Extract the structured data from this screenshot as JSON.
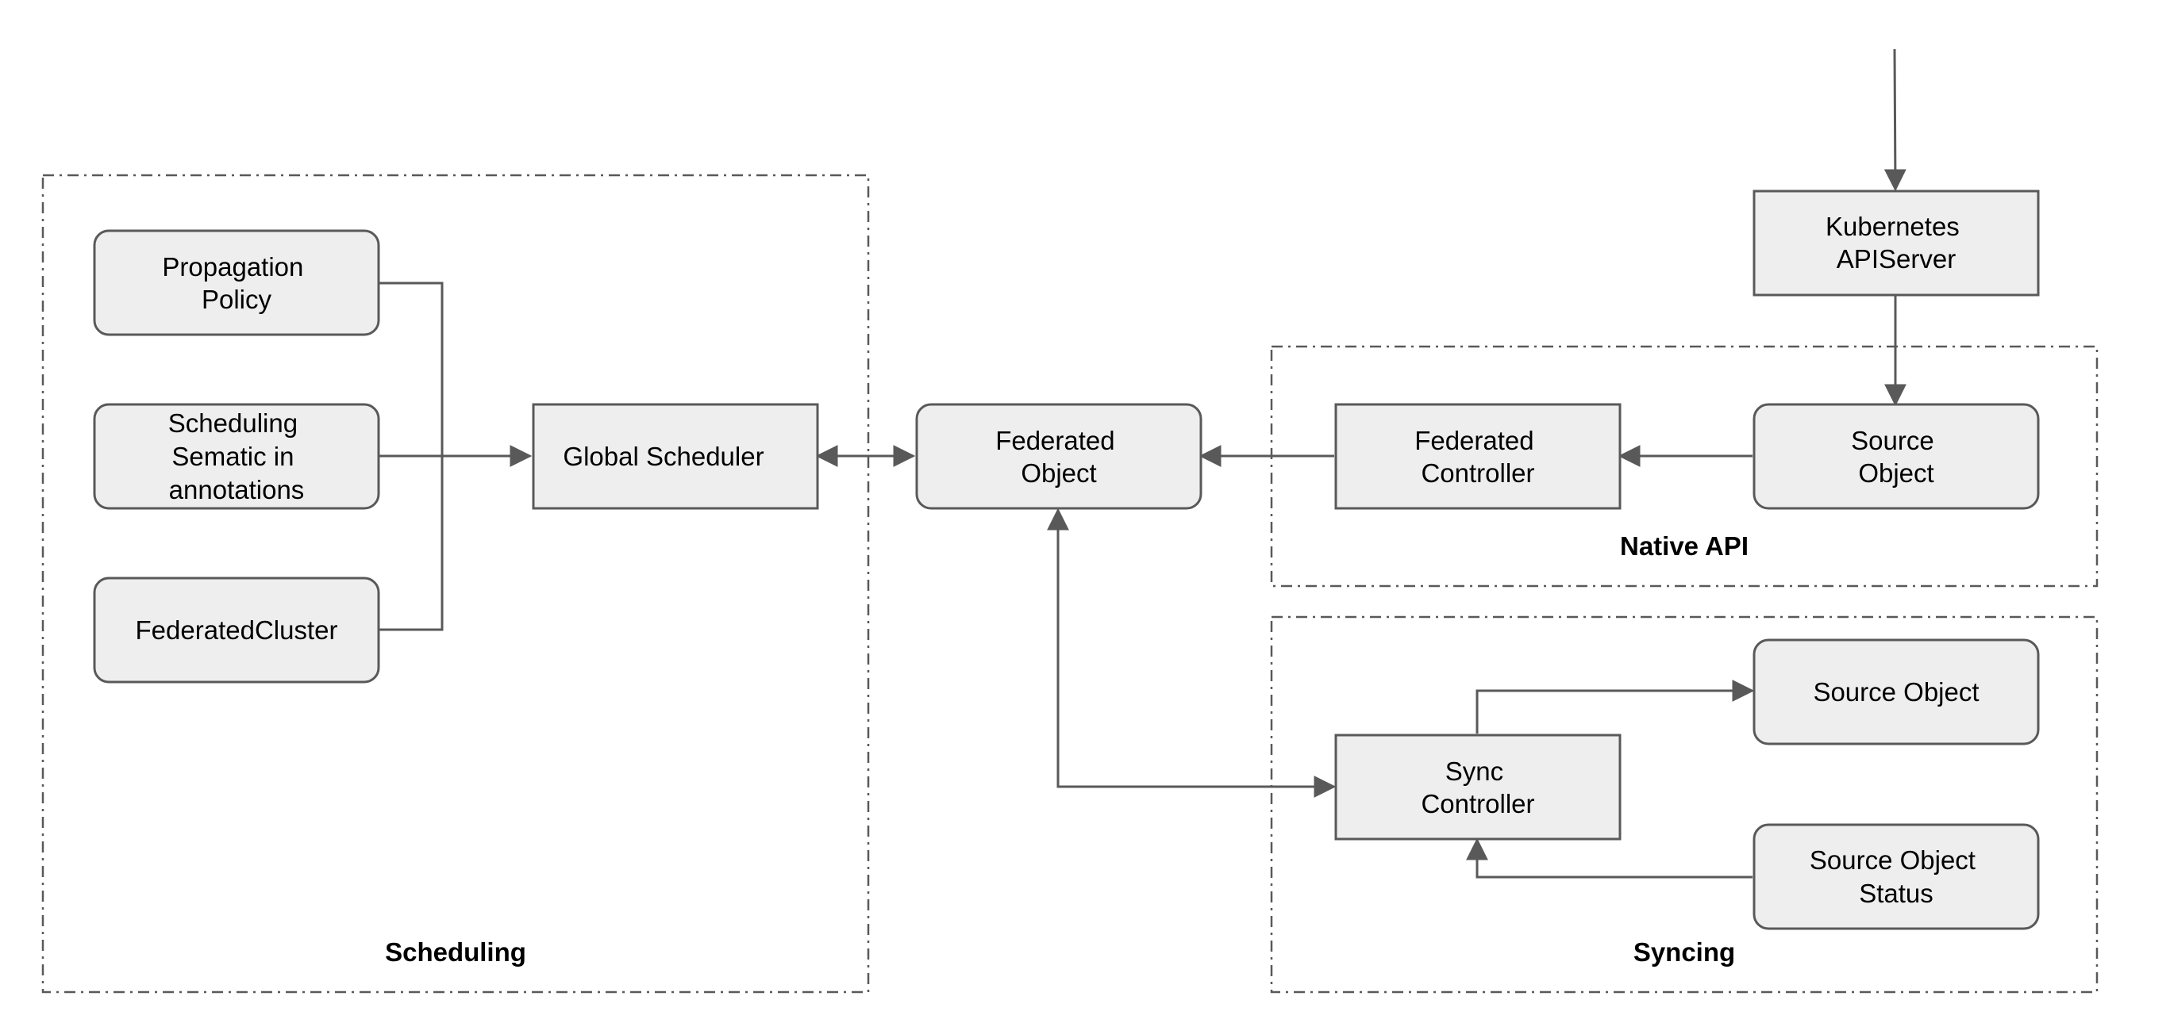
{
  "colors": {
    "node_fill": "#eeeeee",
    "stroke": "#595959",
    "text": "#000000",
    "background": "#ffffff"
  },
  "groups": {
    "scheduling": {
      "label": "Scheduling"
    },
    "native_api": {
      "label": "Native API"
    },
    "syncing": {
      "label": "Syncing"
    }
  },
  "nodes": {
    "propagation_policy": {
      "lines": [
        "Propagation",
        "Policy"
      ]
    },
    "scheduling_semantic": {
      "lines": [
        "Scheduling",
        "Sematic in",
        "annotations"
      ]
    },
    "federated_cluster": {
      "lines": [
        "FederatedCluster"
      ]
    },
    "global_scheduler": {
      "lines": [
        "Global Scheduler"
      ]
    },
    "federated_object": {
      "lines": [
        "Federated",
        "Object"
      ]
    },
    "federated_controller": {
      "lines": [
        "Federated",
        "Controller"
      ]
    },
    "source_object_native": {
      "lines": [
        "Source",
        "Object"
      ]
    },
    "kubernetes_apiserver": {
      "lines": [
        "Kubernetes",
        "APIServer"
      ]
    },
    "sync_controller": {
      "lines": [
        "Sync",
        "Controller"
      ]
    },
    "source_object_sync": {
      "lines": [
        "Source Object"
      ]
    },
    "source_object_status": {
      "lines": [
        "Source Object",
        "Status"
      ]
    }
  }
}
